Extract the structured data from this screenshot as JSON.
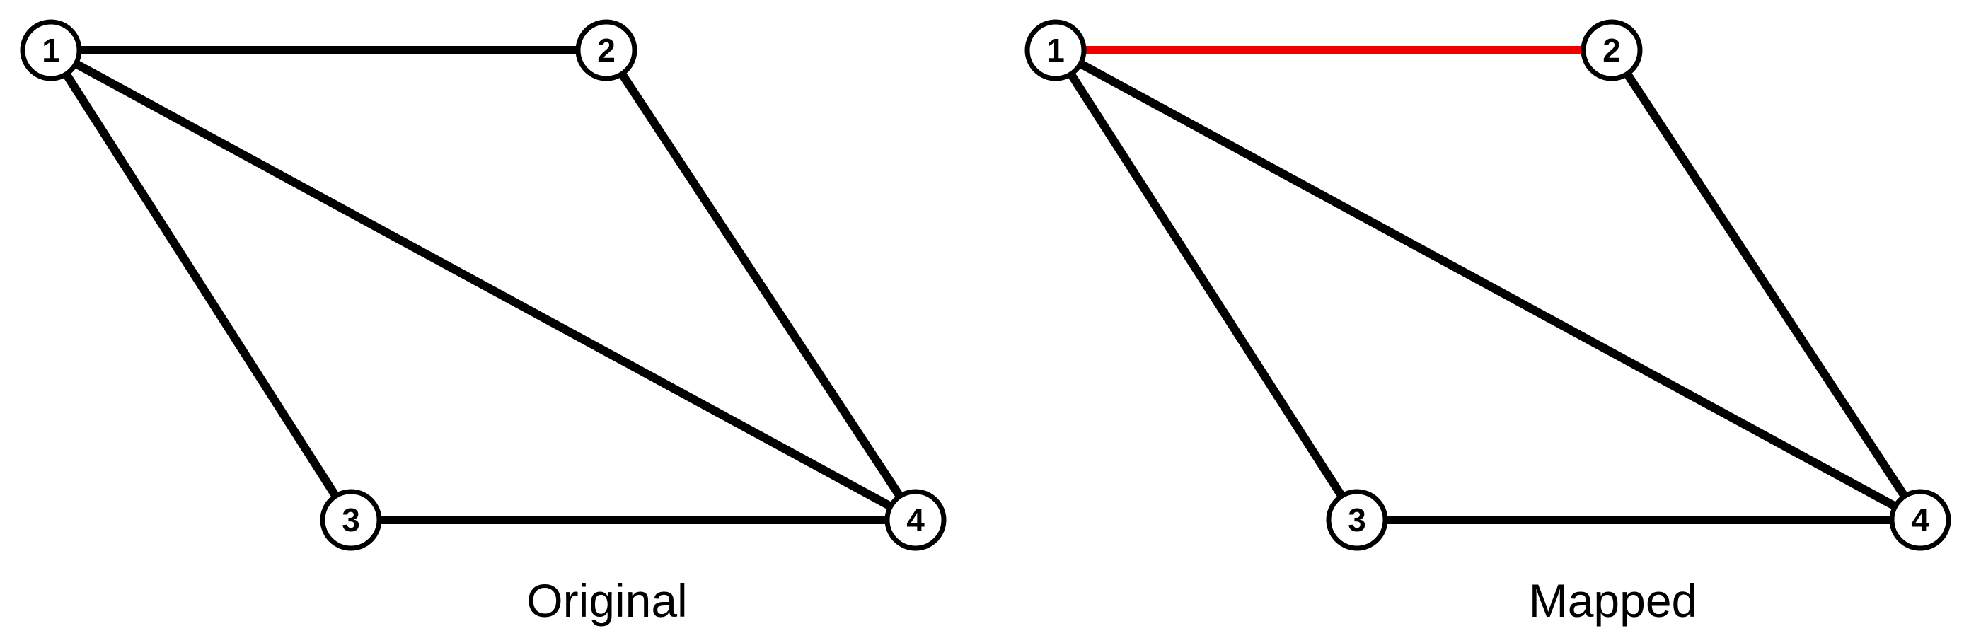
{
  "colors": {
    "background": "#ffffff",
    "edge_default": "#000000",
    "edge_highlight": "#ee0000",
    "node_fill": "#ffffff",
    "node_stroke": "#000000"
  },
  "graphs": [
    {
      "id": "original",
      "caption": "Original",
      "nodes": [
        {
          "id": "1",
          "label": "1"
        },
        {
          "id": "2",
          "label": "2"
        },
        {
          "id": "3",
          "label": "3"
        },
        {
          "id": "4",
          "label": "4"
        }
      ],
      "edges": [
        {
          "from": "1",
          "to": "2",
          "highlight": false
        },
        {
          "from": "1",
          "to": "3",
          "highlight": false
        },
        {
          "from": "1",
          "to": "4",
          "highlight": false
        },
        {
          "from": "2",
          "to": "4",
          "highlight": false
        },
        {
          "from": "3",
          "to": "4",
          "highlight": false
        }
      ]
    },
    {
      "id": "mapped",
      "caption": "Mapped",
      "nodes": [
        {
          "id": "1",
          "label": "1"
        },
        {
          "id": "2",
          "label": "2"
        },
        {
          "id": "3",
          "label": "3"
        },
        {
          "id": "4",
          "label": "4"
        }
      ],
      "edges": [
        {
          "from": "1",
          "to": "2",
          "highlight": true
        },
        {
          "from": "1",
          "to": "3",
          "highlight": false
        },
        {
          "from": "1",
          "to": "4",
          "highlight": false
        },
        {
          "from": "2",
          "to": "4",
          "highlight": false
        },
        {
          "from": "3",
          "to": "4",
          "highlight": false
        }
      ]
    }
  ]
}
